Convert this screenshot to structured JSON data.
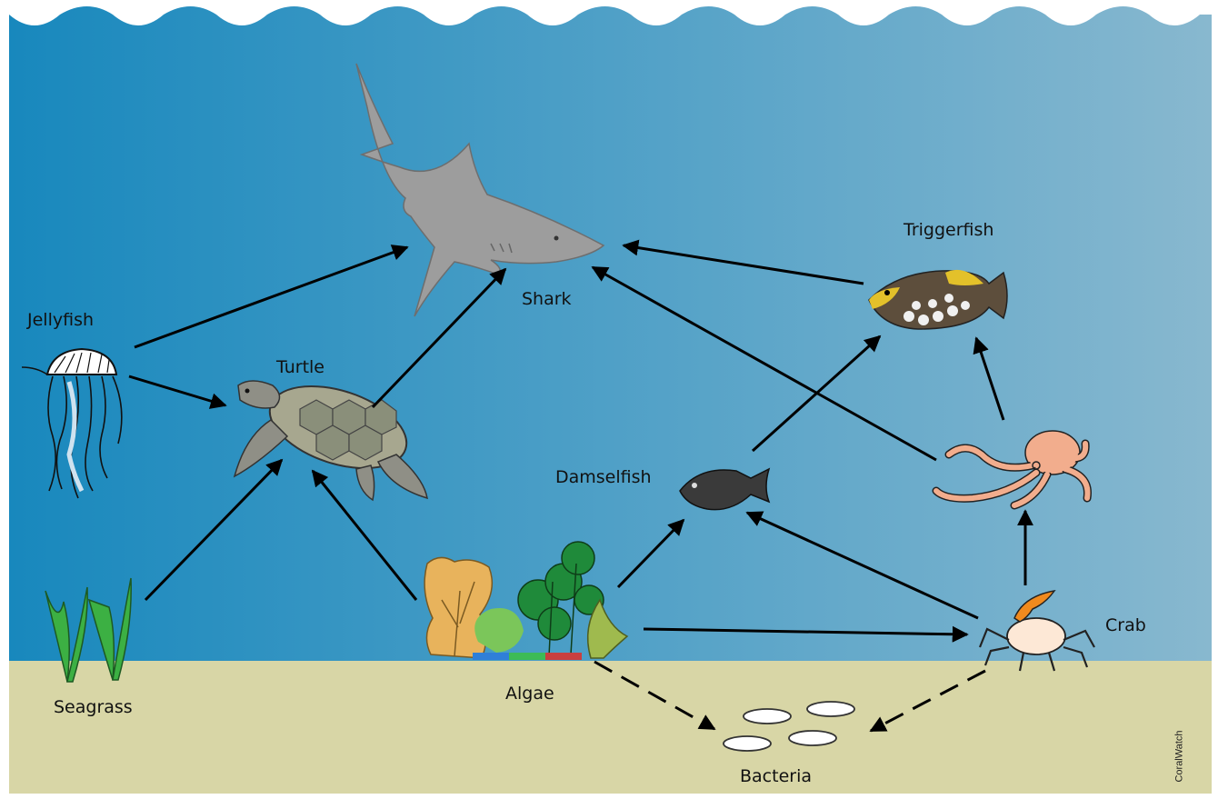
{
  "organisms": {
    "shark": "Shark",
    "triggerfish": "Triggerfish",
    "jellyfish": "Jellyfish",
    "turtle": "Turtle",
    "damselfish": "Damselfish",
    "crab": "Crab",
    "seagrass": "Seagrass",
    "algae": "Algae",
    "bacteria": "Bacteria"
  },
  "credit": "CoralWatch",
  "colors": {
    "water_left": "#1888bd",
    "water_right": "#88b8cf",
    "sand": "#d8d6a6",
    "arrow": "#000000"
  }
}
